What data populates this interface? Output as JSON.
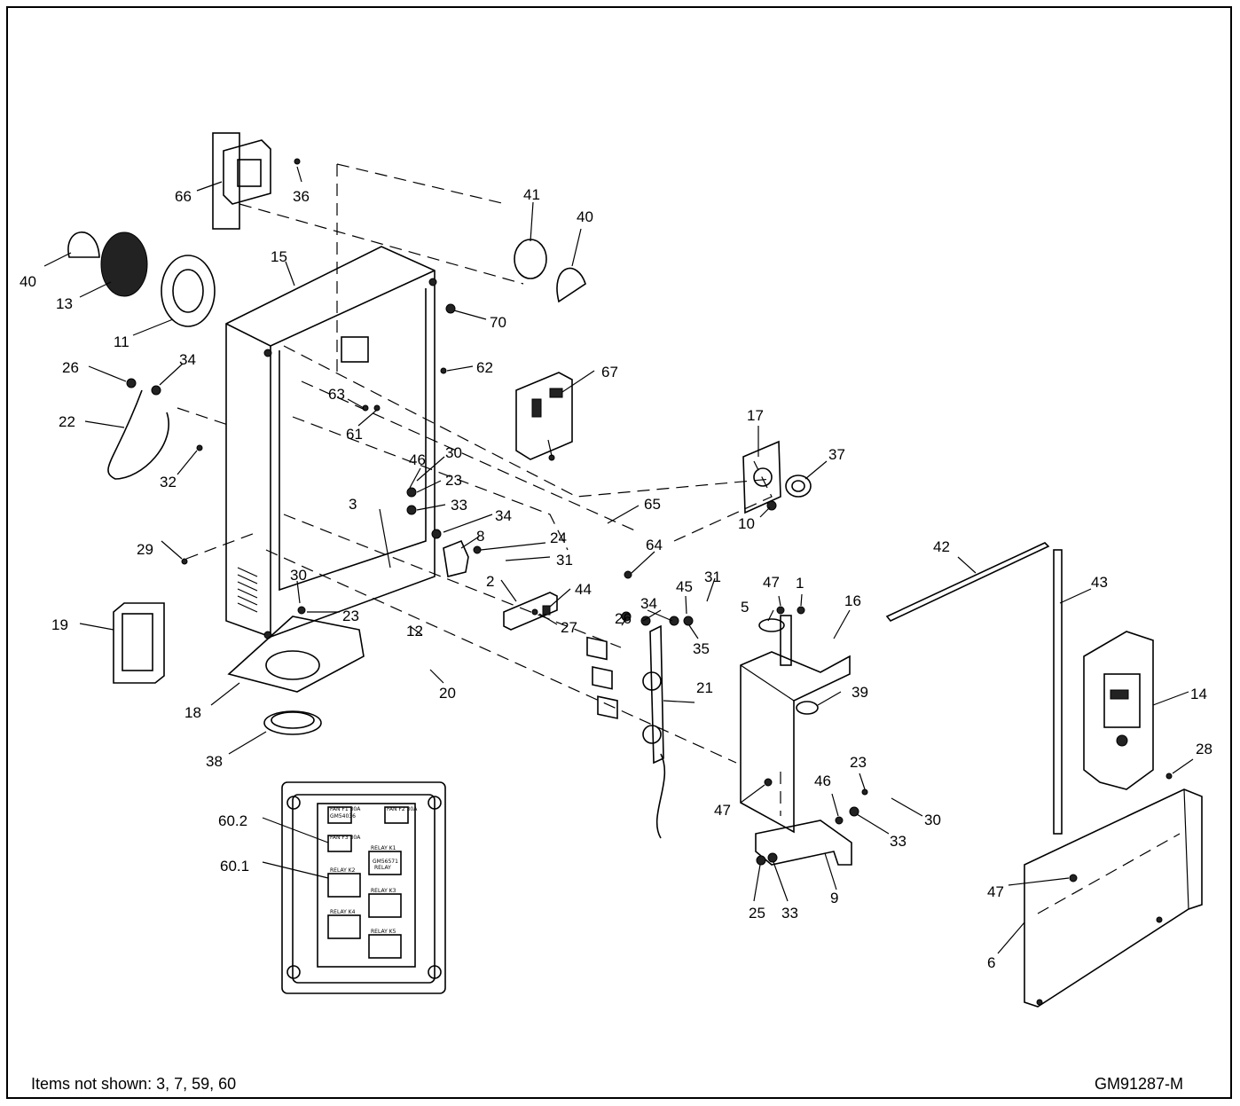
{
  "diagram": {
    "callouts": [
      "40",
      "13",
      "11",
      "15",
      "66",
      "36",
      "41",
      "40",
      "70",
      "62",
      "67",
      "26",
      "34",
      "22",
      "32",
      "63",
      "61",
      "46",
      "30",
      "23",
      "33",
      "3",
      "34",
      "8",
      "24",
      "31",
      "2",
      "44",
      "27",
      "65",
      "64",
      "17",
      "37",
      "10",
      "29",
      "30",
      "23",
      "12",
      "20",
      "19",
      "18",
      "38",
      "26",
      "34",
      "35",
      "45",
      "31",
      "5",
      "47",
      "1",
      "16",
      "21",
      "39",
      "47",
      "23",
      "46",
      "30",
      "33",
      "25",
      "33",
      "9",
      "42",
      "43",
      "14",
      "28",
      "47",
      "6",
      "60.2",
      "60.1"
    ],
    "relay_panel": {
      "fan_f1": "FAN F1 30A",
      "fan_f2": "FAN F2 30A",
      "fan_f3": "FAN F3 30A",
      "fuse_code": "GM54036",
      "fuse_rating": "30A",
      "relay_k1": "RELAY K1",
      "relay_k2": "RELAY K2",
      "relay_k3": "RELAY K3",
      "relay_k4": "RELAY K4",
      "relay_k5": "RELAY K5",
      "relay_code": "GM56571",
      "relay_word": "RELAY"
    }
  },
  "footer": {
    "note": "Items not shown: 3, 7, 59, 60",
    "drawing_number": "GM91287-M"
  }
}
